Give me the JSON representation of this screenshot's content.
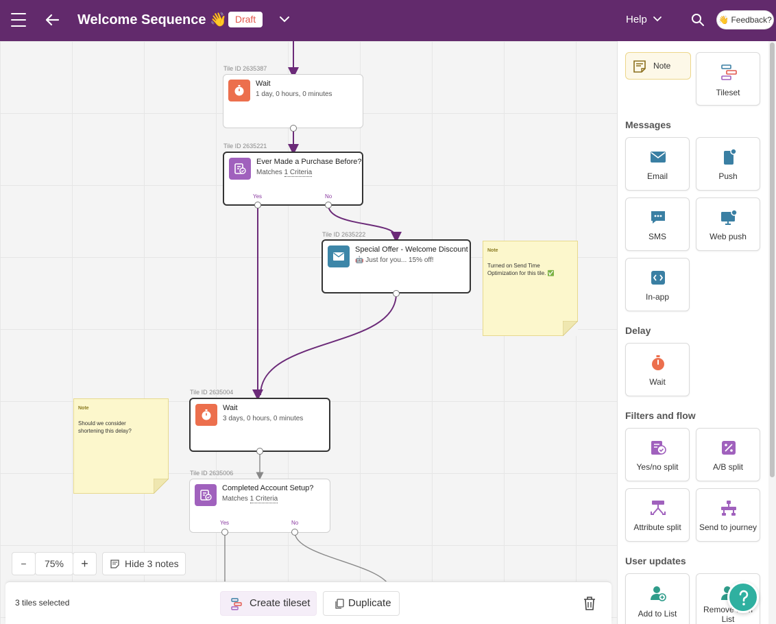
{
  "header": {
    "title": "Welcome Sequence 👋",
    "status_badge": "Draft",
    "help_label": "Help",
    "feedback_label": "👋 Feedback?"
  },
  "canvas": {
    "tiles": [
      {
        "id_label": "Tile ID 2635387",
        "type": "wait",
        "title": "Wait",
        "subtitle": "1 day, 0 hours, 0 minutes"
      },
      {
        "id_label": "Tile ID 2635221",
        "type": "filter",
        "title": "Ever Made a Purchase Before?",
        "subtitle_prefix": "Matches ",
        "subtitle_link": "1 Criteria",
        "yes": "Yes",
        "no": "No"
      },
      {
        "id_label": "Tile ID 2635222",
        "type": "email",
        "title": "Special Offer - Welcome Discount",
        "subtitle": "🤖 Just for you... 15% off!"
      },
      {
        "id_label": "Tile ID 2635004",
        "type": "wait",
        "title": "Wait",
        "subtitle": "3 days, 0 hours, 0 minutes"
      },
      {
        "id_label": "Tile ID 2635006",
        "type": "filter",
        "title": "Completed Account Setup?",
        "subtitle_prefix": "Matches ",
        "subtitle_link": "1 Criteria",
        "yes": "Yes",
        "no": "No"
      }
    ],
    "notes": [
      {
        "heading": "Note",
        "text_lines": [
          "Turned on Send Time",
          "Optimization for this tile. ✅"
        ]
      },
      {
        "heading": "Note",
        "text_lines": [
          "Should we consider",
          "shortening this delay?"
        ]
      }
    ],
    "zoom": {
      "minus": "−",
      "level": "75%",
      "plus": "+"
    },
    "hide_notes_label": "Hide 3 notes"
  },
  "selection_bar": {
    "count_label": "3 tiles selected",
    "create_tileset": "Create tileset",
    "duplicate": "Duplicate"
  },
  "panel": {
    "note": "Note",
    "tileset": "Tileset",
    "sections": {
      "messages": "Messages",
      "delay": "Delay",
      "filters": "Filters and flow",
      "user_updates": "User updates"
    },
    "messages": [
      "Email",
      "Push",
      "SMS",
      "Web push",
      "In-app"
    ],
    "delay": [
      "Wait"
    ],
    "filters": [
      "Yes/no split",
      "A/B split",
      "Attribute split",
      "Send to journey"
    ],
    "user_updates": [
      "Add to List",
      "Remove from List"
    ]
  },
  "colors": {
    "header_bg": "#622a6c",
    "wire": "#6b2a78",
    "wait_icon": "#ec6f4d",
    "filter_icon": "#a061bd",
    "email_icon": "#3d86a8",
    "message_card_icon": "#3a7fa3",
    "help_fab": "#2fb0a0"
  }
}
